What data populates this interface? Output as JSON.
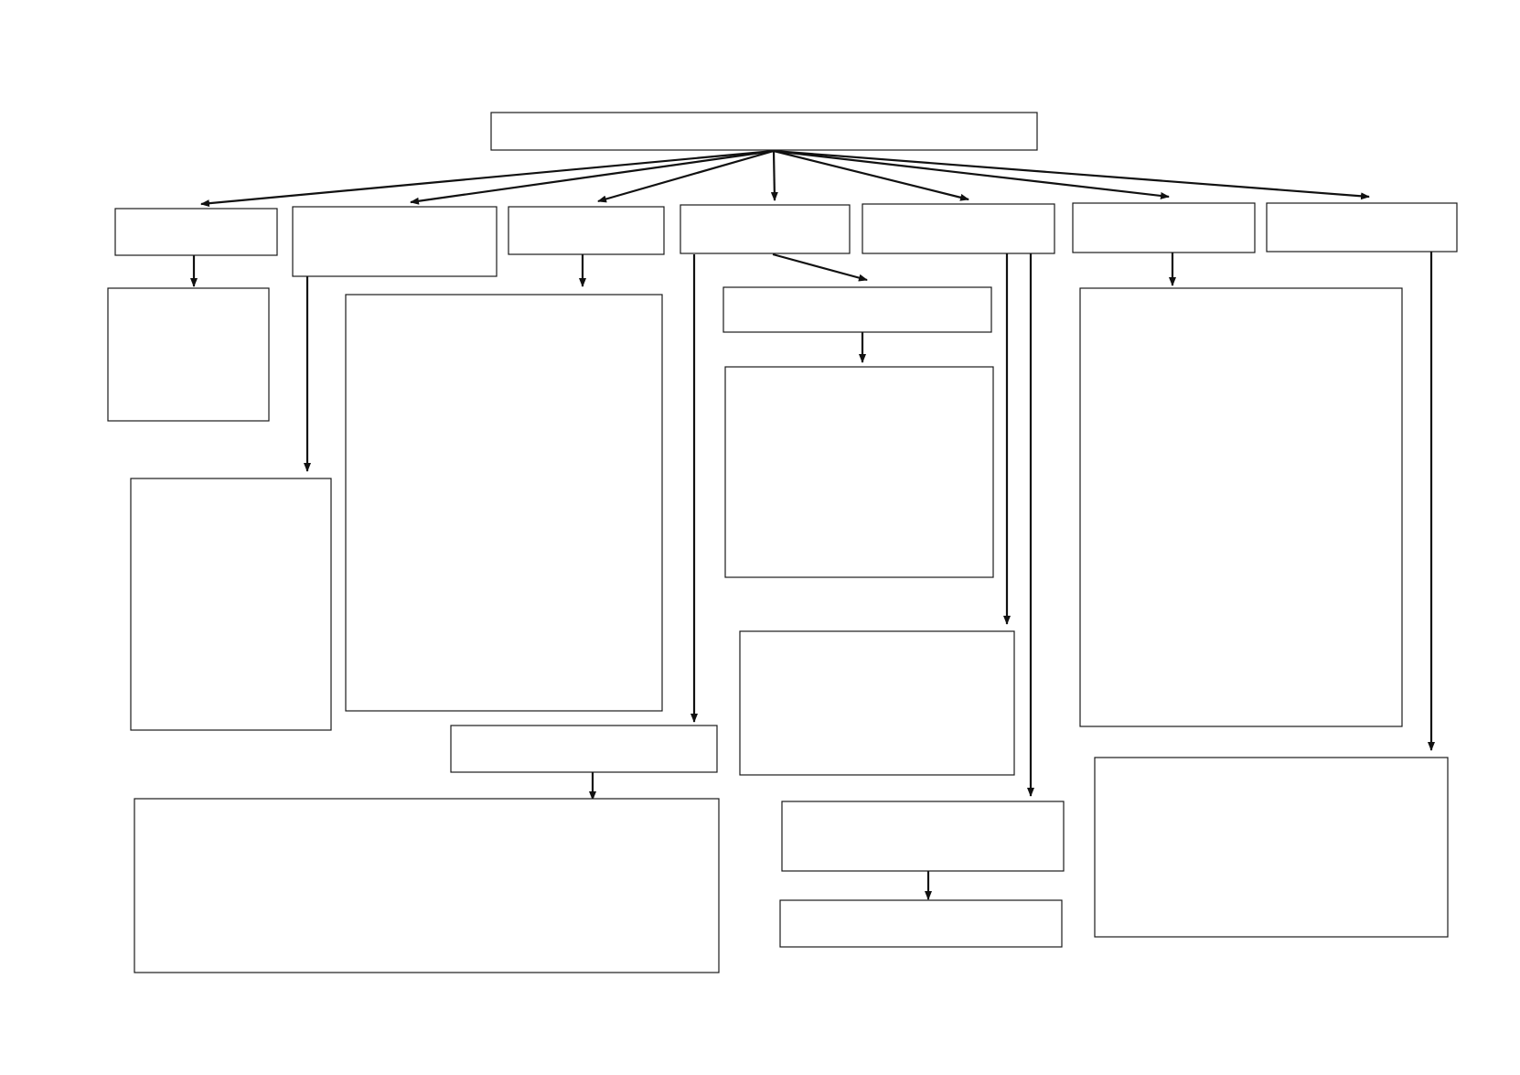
{
  "diagram": {
    "type": "flowchart",
    "colors": {
      "stroke": "#1a1a1a",
      "arrow": "#111111",
      "background": "#ffffff"
    },
    "nodes": [
      {
        "id": "root",
        "label": ""
      },
      {
        "id": "branch-1",
        "label": ""
      },
      {
        "id": "branch-2",
        "label": ""
      },
      {
        "id": "branch-3",
        "label": ""
      },
      {
        "id": "branch-4",
        "label": ""
      },
      {
        "id": "branch-5",
        "label": ""
      },
      {
        "id": "branch-6",
        "label": ""
      },
      {
        "id": "branch-7",
        "label": ""
      },
      {
        "id": "detail-1a",
        "label": ""
      },
      {
        "id": "detail-2a",
        "label": ""
      },
      {
        "id": "detail-3a",
        "label": ""
      },
      {
        "id": "detail-4a",
        "label": ""
      },
      {
        "id": "detail-4b",
        "label": ""
      },
      {
        "id": "detail-4c",
        "label": ""
      },
      {
        "id": "detail-4d",
        "label": ""
      },
      {
        "id": "detail-5a",
        "label": ""
      },
      {
        "id": "detail-5b",
        "label": ""
      },
      {
        "id": "detail-5c",
        "label": ""
      },
      {
        "id": "detail-6a",
        "label": ""
      },
      {
        "id": "detail-7a",
        "label": ""
      }
    ],
    "edges": [
      {
        "from": "root",
        "to": "branch-1"
      },
      {
        "from": "root",
        "to": "branch-2"
      },
      {
        "from": "root",
        "to": "branch-3"
      },
      {
        "from": "root",
        "to": "branch-4"
      },
      {
        "from": "root",
        "to": "branch-5"
      },
      {
        "from": "root",
        "to": "branch-6"
      },
      {
        "from": "root",
        "to": "branch-7"
      },
      {
        "from": "branch-1",
        "to": "detail-1a"
      },
      {
        "from": "branch-2",
        "to": "detail-2a"
      },
      {
        "from": "branch-3",
        "to": "detail-3a"
      },
      {
        "from": "branch-4",
        "to": "detail-4a"
      },
      {
        "from": "detail-4a",
        "to": "detail-4b"
      },
      {
        "from": "branch-4",
        "to": "detail-4c"
      },
      {
        "from": "detail-4c",
        "to": "detail-4d"
      },
      {
        "from": "branch-5",
        "to": "detail-5a"
      },
      {
        "from": "branch-5",
        "to": "detail-5b"
      },
      {
        "from": "detail-5b",
        "to": "detail-5c"
      },
      {
        "from": "branch-6",
        "to": "detail-6a"
      },
      {
        "from": "branch-7",
        "to": "detail-7a"
      }
    ]
  }
}
